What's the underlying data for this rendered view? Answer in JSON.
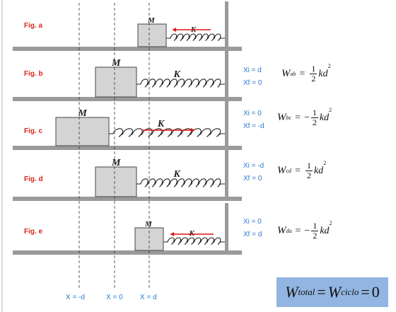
{
  "figures": [
    {
      "label": "Fig. a",
      "mass": "M",
      "spring": "K"
    },
    {
      "label": "Fig. b",
      "mass": "M",
      "spring": "K",
      "xi": "Xi = d",
      "xf": "Xf = 0",
      "eq": {
        "w": "W",
        "sub": "ab",
        "sign": "",
        "num": "1",
        "den": "2",
        "kd": "kd",
        "exp": "2"
      }
    },
    {
      "label": "Fig. c",
      "mass": "M",
      "spring": "K",
      "xi": "Xi = 0",
      "xf": "Xf = -d",
      "eq": {
        "w": "W",
        "sub": "bc",
        "sign": "−",
        "num": "1",
        "den": "2",
        "kd": "kd",
        "exp": "2"
      }
    },
    {
      "label": "Fig. d",
      "mass": "M",
      "spring": "K",
      "xi": "Xi = -d",
      "xf": "Xf = 0",
      "eq": {
        "w": "W",
        "sub": "cd",
        "sign": "",
        "num": "1",
        "den": "2",
        "kd": "kd",
        "exp": "2"
      }
    },
    {
      "label": "Fig. e",
      "mass": "M",
      "spring": "K",
      "xi": "Xi = 0",
      "xf": "Xf = d",
      "eq": {
        "w": "W",
        "sub": "da",
        "sign": "−",
        "num": "1",
        "den": "2",
        "kd": "kd",
        "exp": "2"
      }
    }
  ],
  "positions": {
    "neg": "X = -d",
    "zero": "X = 0",
    "pos": "X = d"
  },
  "total": {
    "w1": "W",
    "sub1": "total",
    "w2": "W",
    "sub2": "ciclo",
    "eq": "=",
    "value": "0"
  },
  "colors": {
    "fig_label": "#d8281c",
    "position_label": "#2a7bd0",
    "wall": "#9a9a9a",
    "block": "#d4d4d4",
    "arrow": "#e01010",
    "total_bg": "#93b5e1"
  }
}
